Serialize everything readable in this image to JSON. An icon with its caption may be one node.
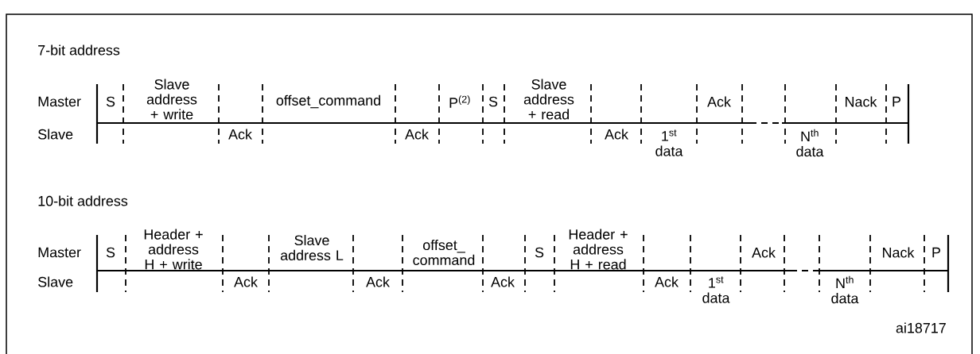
{
  "diagram": {
    "labels": [
      "7-bit address",
      "Master",
      "S",
      "Slave address + write",
      "offset_command",
      "P$^{(2)}$",
      "S",
      "Slave address + read",
      "Ack",
      "Nack",
      "P",
      "Slave",
      "Ack",
      "Ack",
      "Ack",
      "1$^{st}$ data",
      "N$^{th}$ data",
      "10-bit address",
      "Master",
      "S",
      "Header + address H + write",
      "Slave address L",
      "offset_ command",
      "S",
      "Header + address H + read",
      "Ack",
      "Nack",
      "P",
      "Slave",
      "Ack",
      "Ack",
      "Ack",
      "Ack",
      "1$^{st}$ data",
      "N$^{th}$ data",
      "ai18717"
    ]
  }
}
